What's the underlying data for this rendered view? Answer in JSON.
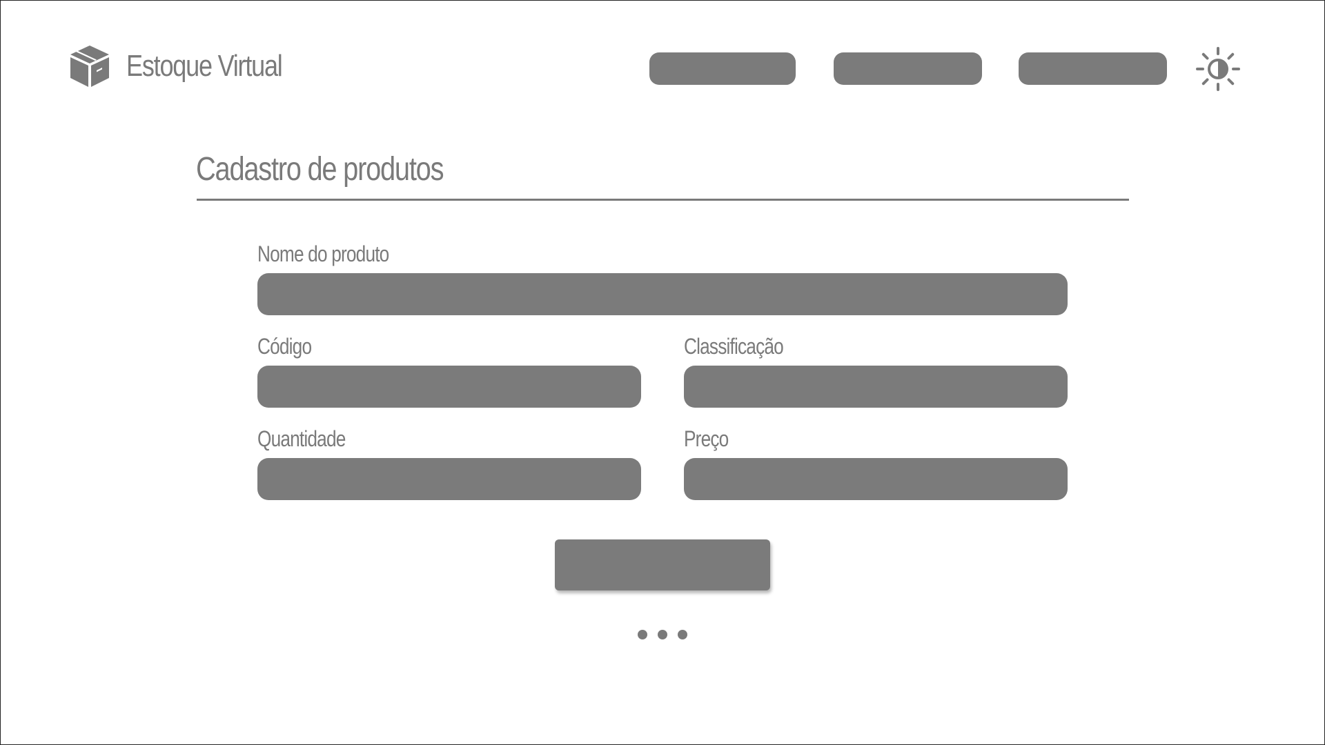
{
  "header": {
    "brand_name": "Estoque Virtual",
    "logo_icon": "package-box-icon",
    "nav_items": [
      "",
      "",
      ""
    ],
    "theme_toggle_icon": "brightness-contrast-icon"
  },
  "main": {
    "title": "Cadastro de produtos",
    "form": {
      "nome_label": "Nome do produto",
      "nome_value": "",
      "codigo_label": "Código",
      "codigo_value": "",
      "classificacao_label": "Classificação",
      "classificacao_value": "",
      "quantidade_label": "Quantidade",
      "quantidade_value": "",
      "preco_label": "Preço",
      "preco_value": "",
      "submit_label": ""
    },
    "more_icon": "more-horizontal-icon"
  },
  "colors": {
    "placeholder_fill": "#7b7b7b",
    "text": "#7a7a7a",
    "background": "#ffffff"
  }
}
